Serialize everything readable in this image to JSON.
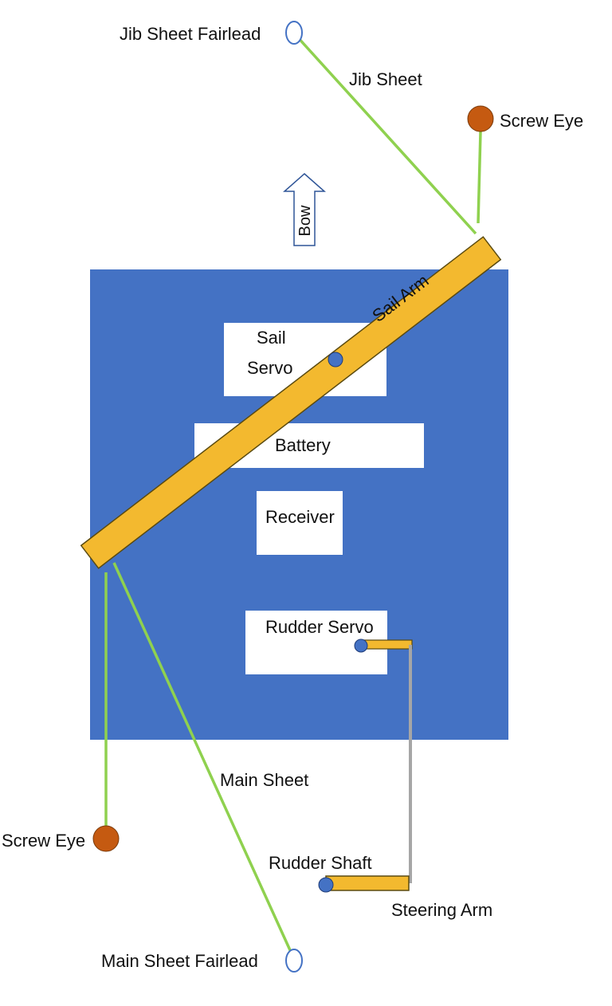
{
  "labels": {
    "jib_sheet_fairlead": "Jib Sheet Fairlead",
    "jib_sheet": "Jib Sheet",
    "screw_eye_top": "Screw Eye",
    "bow": "Bow",
    "sail_arm": "Sail Arm",
    "sail": "Sail",
    "servo": "Servo",
    "battery": "Battery",
    "receiver": "Receiver",
    "rudder_servo": "Rudder Servo",
    "main_sheet": "Main Sheet",
    "screw_eye_bottom": "Screw Eye",
    "rudder_shaft": "Rudder Shaft",
    "steering_arm": "Steering Arm",
    "main_sheet_fairlead": "Main Sheet Fairlead"
  },
  "colors": {
    "hull": "#4472c4",
    "component_box": "#ffffff",
    "arm": "#f3b92f",
    "arm_outline": "#5a4a10",
    "sheet_line": "#8fd14f",
    "pivot": "#4472c4",
    "screw_eye": "#c55a11",
    "linkage": "#a6a6a6",
    "bow_arrow_outline": "#2f5597"
  }
}
